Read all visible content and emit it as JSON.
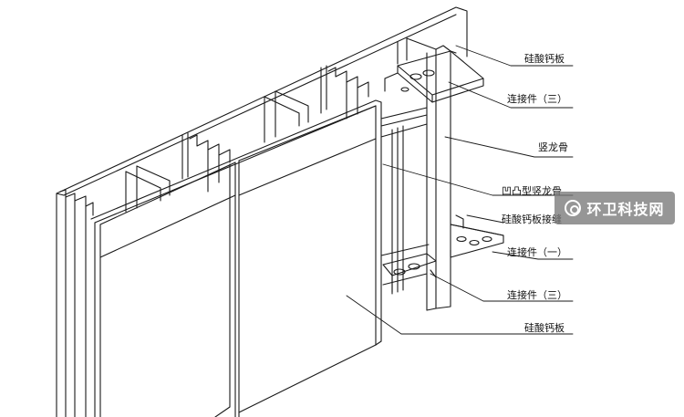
{
  "labels": {
    "board_top": "硅酸钙板",
    "connector3_top": "连接件（三）",
    "vertical_keel": "竖龙骨",
    "concave_convex_keel": "凹凸型竖龙骨",
    "board_joint": "硅酸钙板接缝",
    "connector1": "连接件（一）",
    "connector3_bottom": "连接件（三）",
    "board_bottom": "硅酸钙板"
  },
  "watermark": {
    "text": "环卫科技网"
  },
  "colors": {
    "line": "#1a1a1a",
    "background": "#ffffff",
    "watermark_bg": "#787878"
  }
}
